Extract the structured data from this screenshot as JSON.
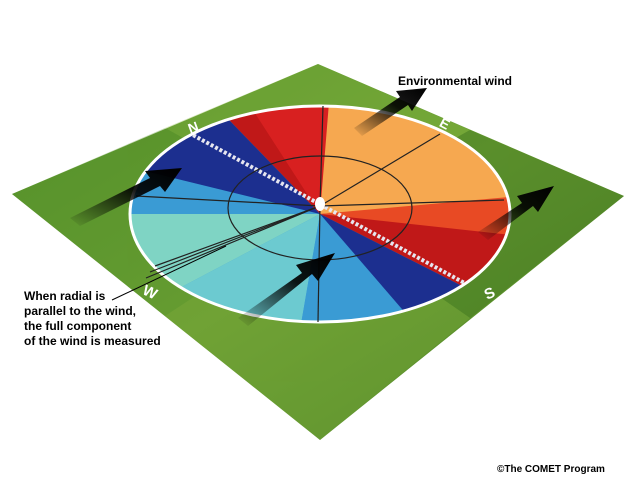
{
  "labels": {
    "environmental_wind": "Environmental wind",
    "radial_note_1": "When radial is",
    "radial_note_2": "parallel to the wind,",
    "radial_note_3": "the full component",
    "radial_note_4": "of the wind is measured",
    "credit": "©The COMET Program"
  },
  "compass": {
    "north": "N",
    "east": "E",
    "south": "S",
    "west": "W"
  },
  "colors": {
    "ground_dark": "#3f7a1f",
    "ground_light": "#7fae3a",
    "inbound_dark": "#1c2f8f",
    "inbound_mid": "#3a9bd4",
    "inbound_light": "#7fd4c4",
    "outbound_dark": "#c01818",
    "outbound_mid": "#e84a24",
    "outbound_light": "#f6a850",
    "ring": "#ffffff",
    "arrow": "#000000"
  }
}
